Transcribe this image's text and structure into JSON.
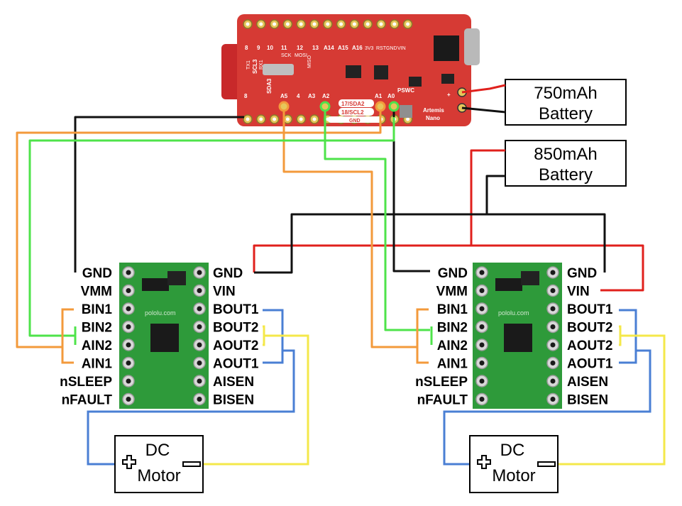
{
  "colors": {
    "wire_black": "#111111",
    "wire_red": "#e0201c",
    "wire_orange": "#f39a3b",
    "wire_green": "#4ee34a",
    "wire_blue": "#4a7fd4",
    "wire_yellow": "#f4e84a",
    "board_red": "#d63a34",
    "board_green": "#2e9a3a"
  },
  "microcontroller": {
    "top_pins": [
      "8",
      "9",
      "10",
      "11",
      "12",
      "13",
      "A14",
      "A15",
      "A16",
      "3V3",
      "RST",
      "GND",
      "VIN"
    ],
    "top_pins_row2": [
      "TX1",
      "RX1",
      "SCK",
      "MOSI",
      "MISO"
    ],
    "bottom_pins": [
      "8",
      "SCL3",
      "SDA3",
      "A5",
      "4",
      "A3",
      "A2",
      "A1",
      "A0"
    ],
    "bottom_labels": [
      "17/SDA2",
      "18/SCL2",
      "GND"
    ],
    "pswc_label": "PSWC",
    "name_line1": "Artemis",
    "name_line2": "Nano",
    "plus_label": "+"
  },
  "batteries": [
    {
      "line1": "750mAh",
      "line2": "Battery"
    },
    {
      "line1": "850mAh",
      "line2": "Battery"
    }
  ],
  "driver_left_pins": [
    "GND",
    "VMM",
    "BIN1",
    "BIN2",
    "AIN2",
    "AIN1",
    "nSLEEP",
    "nFAULT"
  ],
  "driver_right_pins": [
    "GND",
    "VIN",
    "BOUT1",
    "BOUT2",
    "AOUT2",
    "AOUT1",
    "AISEN",
    "BISEN"
  ],
  "driver_silk": "pololu.com",
  "motors": [
    {
      "line1": "DC",
      "line2": "Motor",
      "plus": "+",
      "minus": "−"
    },
    {
      "line1": "DC",
      "line2": "Motor",
      "plus": "+",
      "minus": "−"
    }
  ]
}
